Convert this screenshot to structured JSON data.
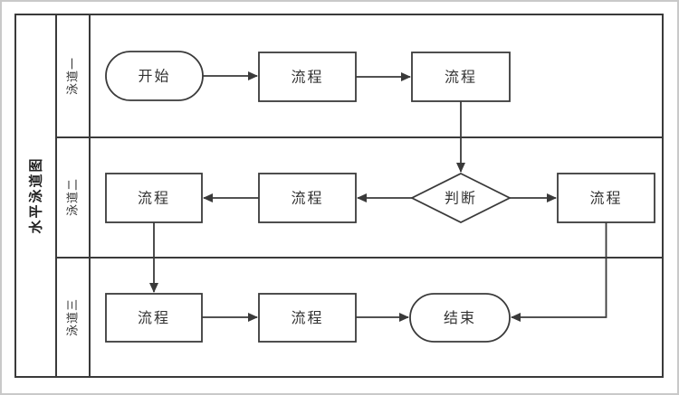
{
  "diagram": {
    "title": "水平泳道图",
    "lanes": [
      {
        "id": "lane1",
        "label": "泳道一"
      },
      {
        "id": "lane2",
        "label": "泳道二"
      },
      {
        "id": "lane3",
        "label": "泳道三"
      }
    ],
    "nodes": [
      {
        "id": "start",
        "type": "terminator",
        "lane": "泳道一",
        "label": "开始"
      },
      {
        "id": "proc-lane1-mid",
        "type": "process",
        "lane": "泳道一",
        "label": "流程"
      },
      {
        "id": "proc-lane1-right",
        "type": "process",
        "lane": "泳道一",
        "label": "流程"
      },
      {
        "id": "decision",
        "type": "decision",
        "lane": "泳道二",
        "label": "判断"
      },
      {
        "id": "proc-lane2-right",
        "type": "process",
        "lane": "泳道二",
        "label": "流程"
      },
      {
        "id": "proc-lane2-mid",
        "type": "process",
        "lane": "泳道二",
        "label": "流程"
      },
      {
        "id": "proc-lane2-left",
        "type": "process",
        "lane": "泳道二",
        "label": "流程"
      },
      {
        "id": "proc-lane3-left",
        "type": "process",
        "lane": "泳道三",
        "label": "流程"
      },
      {
        "id": "proc-lane3-mid",
        "type": "process",
        "lane": "泳道三",
        "label": "流程"
      },
      {
        "id": "end",
        "type": "terminator",
        "lane": "泳道三",
        "label": "结束"
      }
    ],
    "edges": [
      {
        "from": "start",
        "to": "proc-lane1-mid"
      },
      {
        "from": "proc-lane1-mid",
        "to": "proc-lane1-right"
      },
      {
        "from": "proc-lane1-right",
        "to": "decision"
      },
      {
        "from": "decision",
        "to": "proc-lane2-right"
      },
      {
        "from": "decision",
        "to": "proc-lane2-mid"
      },
      {
        "from": "proc-lane2-mid",
        "to": "proc-lane2-left"
      },
      {
        "from": "proc-lane2-left",
        "to": "proc-lane3-left"
      },
      {
        "from": "proc-lane3-left",
        "to": "proc-lane3-mid"
      },
      {
        "from": "proc-lane3-mid",
        "to": "end"
      },
      {
        "from": "proc-lane2-right",
        "to": "end"
      }
    ],
    "colors": {
      "stroke": "#3a3a3a",
      "text": "#333333",
      "background": "#ffffff",
      "outer_border": "#c9c9c9"
    }
  }
}
